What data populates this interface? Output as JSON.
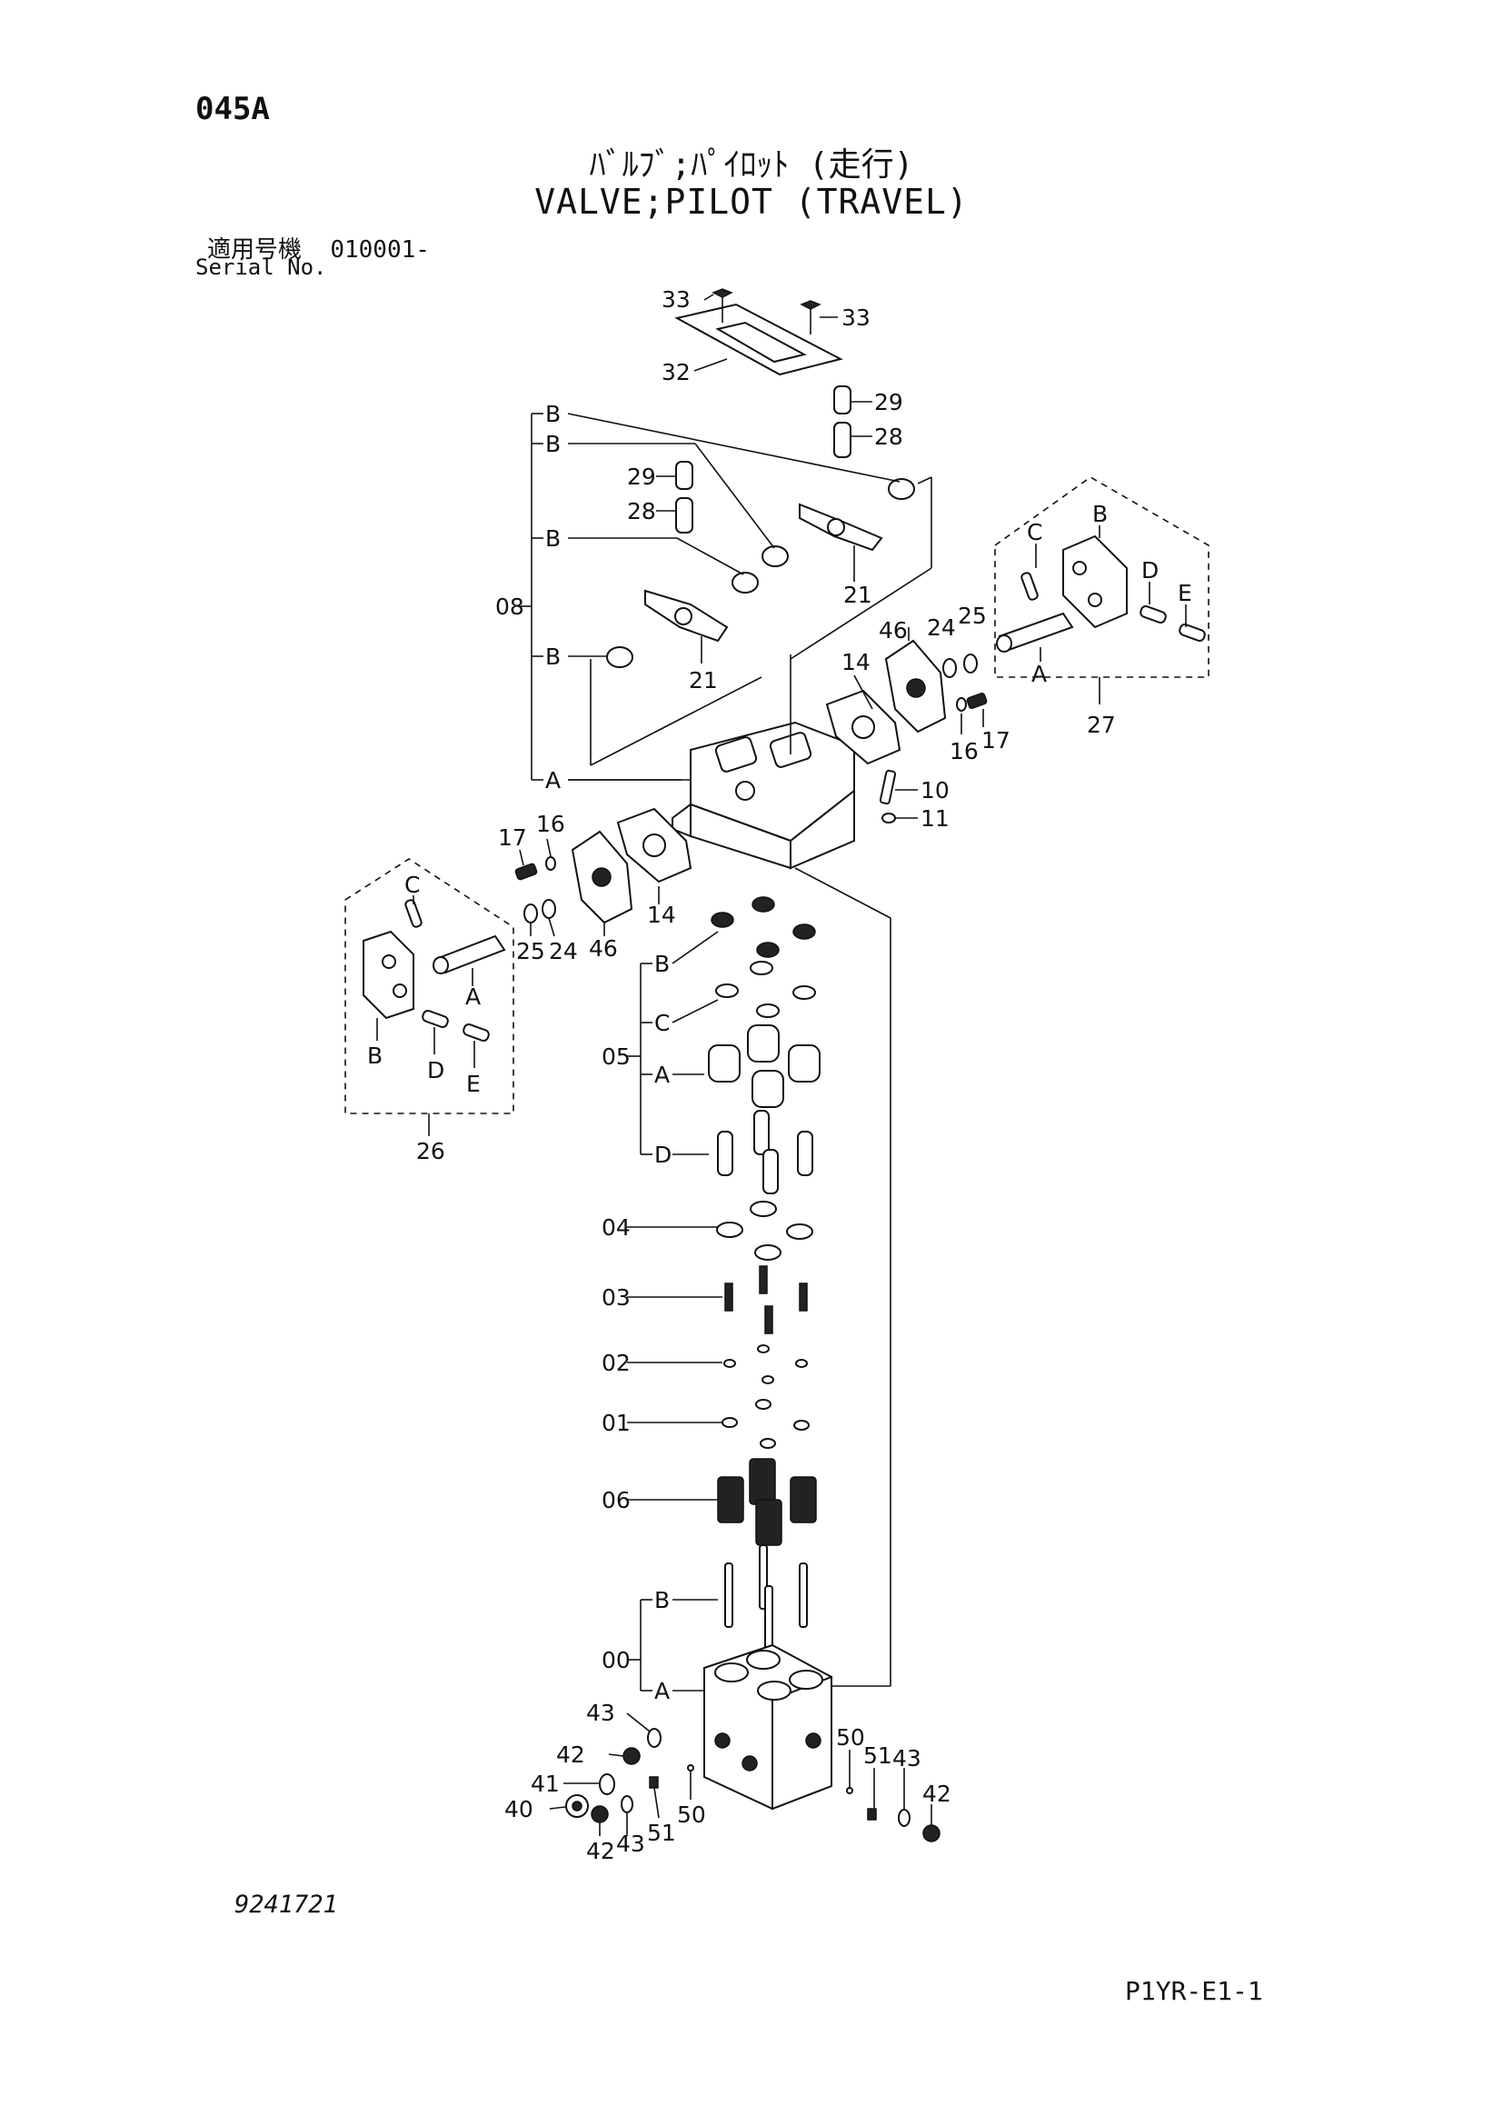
{
  "header": {
    "page_code": "045A",
    "title_jp": "ﾊﾞﾙﾌﾞ;ﾊﾟｲﾛｯﾄ (走行)",
    "title_en": "VALVE;PILOT (TRAVEL)",
    "serial_label_jp": "適用号機",
    "serial_value": "010001-",
    "serial_label_en": "Serial No."
  },
  "footer": {
    "drawing_number": "9241721",
    "sheet_code": "P1YR-E1-1"
  },
  "callouts": {
    "p33a": "33",
    "p33b": "33",
    "p32": "32",
    "p29a": "29",
    "p28a": "28",
    "p29b": "29",
    "p28b": "28",
    "p21a": "21",
    "p21b": "21",
    "p08": "08",
    "b1": "B",
    "b2": "B",
    "b3": "B",
    "b4": "B",
    "a08": "A",
    "p46a": "46",
    "p14a": "14",
    "p24a": "24",
    "p25a": "25",
    "p16a": "16",
    "p17a": "17",
    "p10": "10",
    "p11": "11",
    "r_c": "C",
    "r_b": "B",
    "r_d": "D",
    "r_e": "E",
    "r_a": "A",
    "p27": "27",
    "p17b": "17",
    "p16b": "16",
    "p46b": "46",
    "p14b": "14",
    "p25b": "25",
    "p24b": "24",
    "l_c": "C",
    "l_a": "A",
    "l_b": "B",
    "l_d": "D",
    "l_e": "E",
    "p26": "26",
    "p05": "05",
    "s05_b": "B",
    "s05_c": "C",
    "s05_a": "A",
    "s05_d": "D",
    "p04": "04",
    "p03": "03",
    "p02": "02",
    "p01": "01",
    "p06": "06",
    "p00": "00",
    "s00_b": "B",
    "s00_a": "A",
    "p43a": "43",
    "p42a": "42",
    "p41": "41",
    "p40": "40",
    "p42b": "42",
    "p43b": "43",
    "p51a": "51",
    "p50a": "50",
    "p50b": "50",
    "p51b": "51",
    "p43c": "43",
    "p42c": "42"
  }
}
